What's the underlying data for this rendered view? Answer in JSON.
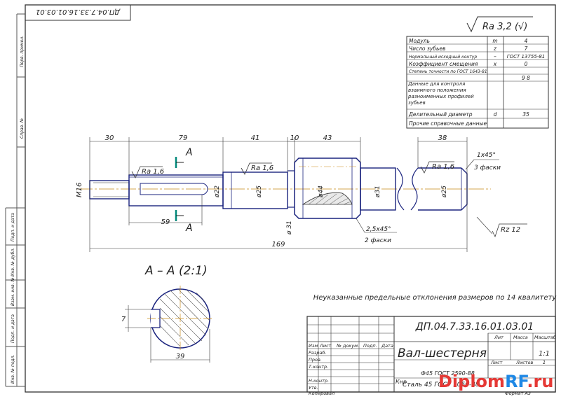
{
  "sheet": {
    "stamp_top": "ДП.04.7.33.16.01.03.01",
    "roughness_general": "Ra 3,2 (√)",
    "left_strip": [
      "Перв. примен.",
      "Справ. №",
      "Подп. и дата",
      "Инв. № дубл.",
      "Взам. инв. №",
      "Подп. и дата",
      "Инв. № подл."
    ]
  },
  "gear_table": {
    "rows": [
      {
        "param": "Модуль",
        "sym": "m",
        "val": "4"
      },
      {
        "param": "Число зубьев",
        "sym": "z",
        "val": "7"
      },
      {
        "param": "Нормальный исходный контур",
        "sym": "–",
        "val": "ГОСТ 13755-81"
      },
      {
        "param": "Коэффициент смещения",
        "sym": "x",
        "val": "0"
      },
      {
        "param": "Степень точности по ГОСТ 1643-81",
        "sym": "",
        "val": "9 8"
      },
      {
        "param": "Данные для контроля взаимного положения разноименных профилей зубьев",
        "sym": "",
        "val": ""
      },
      {
        "param": "Делительный диаметр",
        "sym": "d",
        "val": "35"
      },
      {
        "param": "Прочие справочные данные",
        "sym": "",
        "val": ""
      }
    ]
  },
  "dimensions": {
    "d30": "30",
    "d79": "79",
    "d41": "41",
    "d10": "10",
    "d43": "43",
    "d38": "38",
    "d59": "59",
    "total": "169",
    "m16": "M16",
    "phi22": "ø22",
    "phi25a": "ø25",
    "phi44": "ø44",
    "phi31": "ø31",
    "phi31b": "ø 31",
    "phi25b": "ø25",
    "chamfer1": "1x45°",
    "chamfer1_note": "3 фаски",
    "chamfer2": "2,5x45°",
    "chamfer2_note": "2 фаски",
    "ra16a": "Ra 1,6",
    "ra16b": "Ra 1,6",
    "ra16c": "Ra 1,6",
    "rz": "Rz 12",
    "section_mark": "A"
  },
  "section": {
    "title": "А – А (2:1)",
    "key_depth": "7",
    "width": "39"
  },
  "tolerance_note": "Неуказанные предельные отклонения размеров по 14 квалитету",
  "title_block": {
    "doc_code": "ДП.04.7.33.16.01.03.01",
    "part_name": "Вал-шестерня",
    "material_std": "Ф45 ГОСТ 2590-88",
    "material": "Сталь 45 ГОСТ 1050-88",
    "lit": "Лит",
    "mass": "Масса",
    "scale_label": "Масштаб",
    "scale": "1:1",
    "sheet_label": "Лист",
    "sheets_label": "Листов",
    "sheets": "1",
    "row_labels": [
      "Изм",
      "Лист",
      "№ докум.",
      "Подп.",
      "Дата"
    ],
    "roles": [
      "Разраб.",
      "Пров.",
      "Т.контр.",
      "",
      "Н.контр.",
      "Утв."
    ],
    "copied": "Копировал",
    "format": "Формат  А3",
    "extra": "Кнр"
  },
  "watermark": {
    "text": "Diplom",
    "text_accent": "RF",
    "text_tail": ".ru"
  }
}
